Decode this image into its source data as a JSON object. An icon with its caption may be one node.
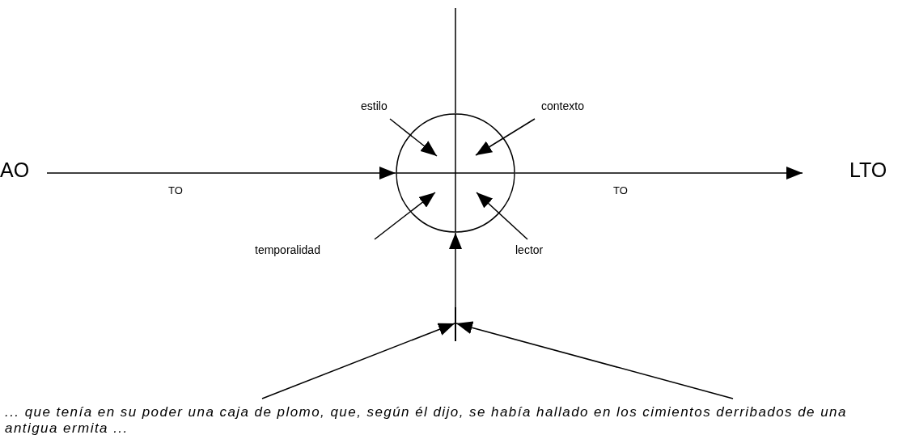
{
  "diagram": {
    "nodes": [
      {
        "text": [
          "AO"
        ]
      },
      {
        "text": [],
        "shape": "circle"
      },
      {
        "text": [
          "LTO"
        ]
      },
      {
        "text": [
          "estilo"
        ]
      },
      {
        "text": [
          "contexto"
        ]
      },
      {
        "text": [
          "temporalidad"
        ]
      },
      {
        "text": [
          "lector"
        ]
      },
      {
        "text": [
          "... que tenía en su poder una caja de plomo, que, según él dijo, se había hallado en los cimientos derribados de una antigua ermita ..."
        ]
      },
      {
        "text": [],
        "shape": "bar"
      }
    ],
    "edges": [
      {
        "from": 0,
        "to": 1,
        "arrow": "to",
        "label": "TO"
      },
      {
        "from": 1,
        "to": 2,
        "arrow": "to",
        "label": "TO"
      },
      {
        "from": 3,
        "to": 1,
        "arrow": "to"
      },
      {
        "from": 4,
        "to": 1,
        "arrow": "to"
      },
      {
        "from": 5,
        "to": 1,
        "arrow": "to"
      },
      {
        "from": 6,
        "to": 1,
        "arrow": "to"
      },
      {
        "from": null,
        "to": 1,
        "arrow": "none"
      },
      {
        "from": 7,
        "to": 8,
        "arrow": "to"
      },
      {
        "from": 7,
        "to": 8,
        "arrow": "to"
      },
      {
        "from": 8,
        "to": 1,
        "arrow": "to"
      }
    ]
  }
}
